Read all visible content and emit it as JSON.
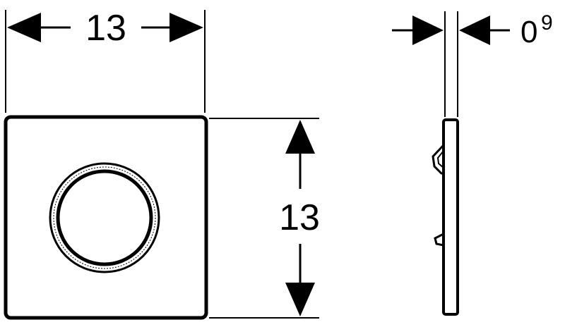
{
  "dimensions": {
    "width": {
      "value": "13"
    },
    "height": {
      "value": "13"
    },
    "thickness": {
      "value": "0",
      "superscript": "9"
    }
  },
  "colors": {
    "line": "#000000",
    "background": "#ffffff"
  }
}
